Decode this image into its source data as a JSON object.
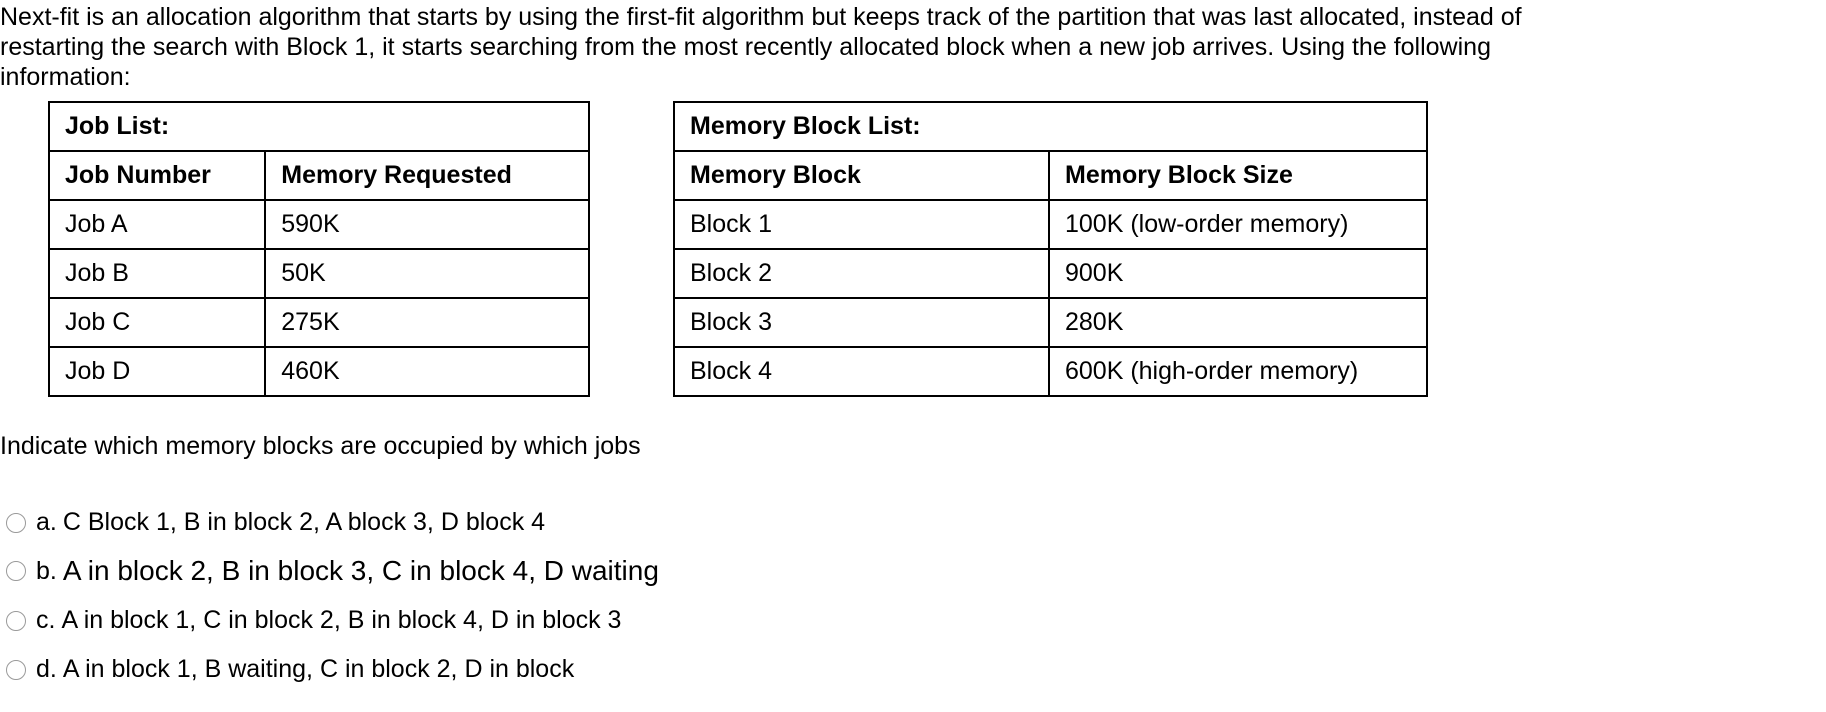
{
  "intro_text": "Next-fit is an allocation algorithm that starts by using the first-fit algorithm but keeps track of the partition that was last allocated, instead of restarting the search with Block 1, it starts searching from the most recently allocated block when a new job arrives. Using the following information:",
  "job_table": {
    "title": "Job List:",
    "headers": [
      "Job Number",
      "Memory Requested"
    ],
    "rows": [
      [
        "Job A",
        "590K"
      ],
      [
        "Job B",
        "50K"
      ],
      [
        "Job C",
        "275K"
      ],
      [
        "Job D",
        "460K"
      ]
    ]
  },
  "block_table": {
    "title": "Memory Block List:",
    "headers": [
      "Memory Block",
      "Memory Block Size"
    ],
    "rows": [
      [
        "Block 1",
        "100K (low-order memory)"
      ],
      [
        "Block 2",
        "900K"
      ],
      [
        "Block 3",
        "280K"
      ],
      [
        "Block 4",
        "600K (high-order memory)"
      ]
    ]
  },
  "prompt": "Indicate which memory blocks are occupied by which jobs",
  "options": [
    {
      "letter": "a.",
      "text": "C Block 1, B in block 2, A block 3, D block 4"
    },
    {
      "letter": "b.",
      "text": "A in block 2, B in block 3, C in block 4, D waiting"
    },
    {
      "letter": "c.",
      "text": "A in block 1, C in block 2, B in block 4, D in block 3"
    },
    {
      "letter": "d.",
      "text": "A in block 1, B waiting, C in block 2, D in block"
    }
  ]
}
